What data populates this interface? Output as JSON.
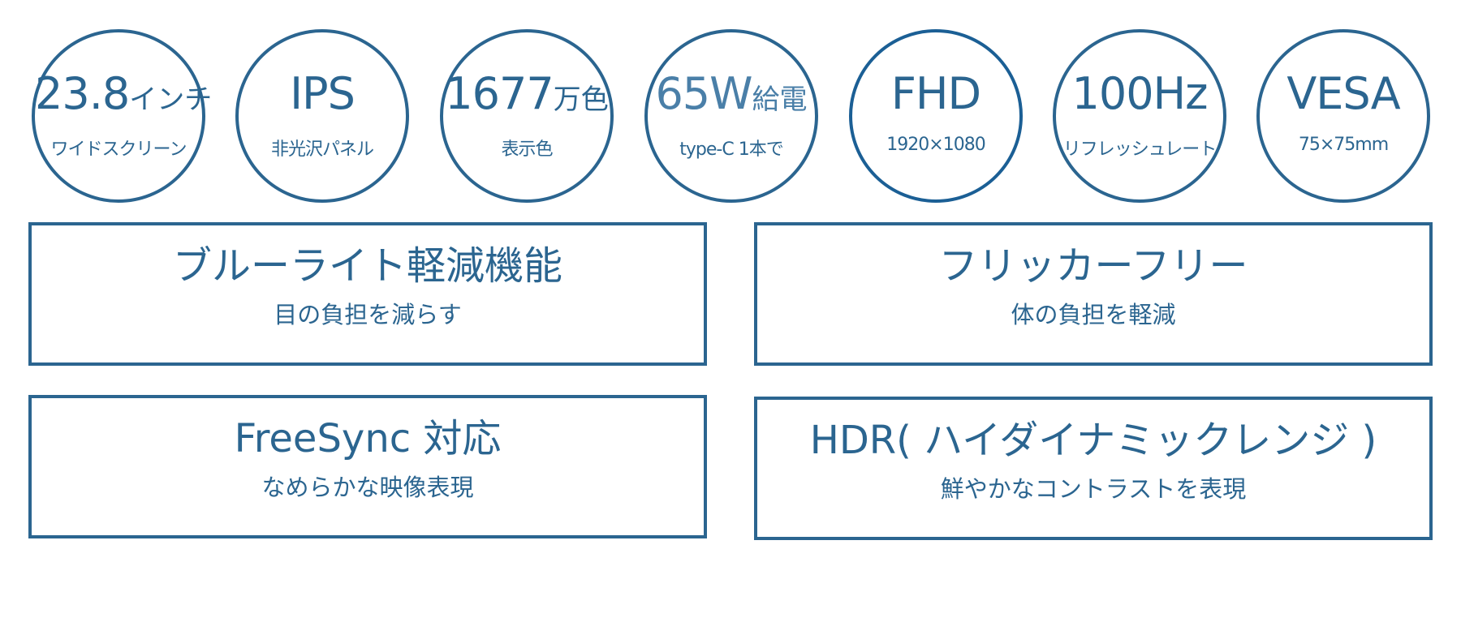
{
  "specs": [
    {
      "main": "23.8",
      "suffix": "インチ",
      "sub": "ワイドスクリーン"
    },
    {
      "main": "IPS",
      "suffix": "",
      "sub": "非光沢パネル"
    },
    {
      "main": "1677",
      "suffix": "万色",
      "sub": "表示色"
    },
    {
      "main": "65W",
      "suffix": "給電",
      "sub": "type-C 1本で"
    },
    {
      "main": "FHD",
      "suffix": "",
      "sub": "1920×1080"
    },
    {
      "main": "100Hz",
      "suffix": "",
      "sub": "リフレッシュレート"
    },
    {
      "main": "VESA",
      "suffix": "",
      "sub": "75×75mm"
    }
  ],
  "features": [
    {
      "title": "ブルーライト軽減機能",
      "sub": "目の負担を減らす"
    },
    {
      "title": "フリッカーフリー",
      "sub": "体の負担を軽減"
    },
    {
      "title": "FreeSync 対応",
      "sub": "なめらかな映像表現"
    },
    {
      "title": "HDR( ハイダイナミックレンジ )",
      "sub": "鮮やかなコントラストを表現"
    }
  ],
  "colors": {
    "accent": "#2b6590"
  }
}
